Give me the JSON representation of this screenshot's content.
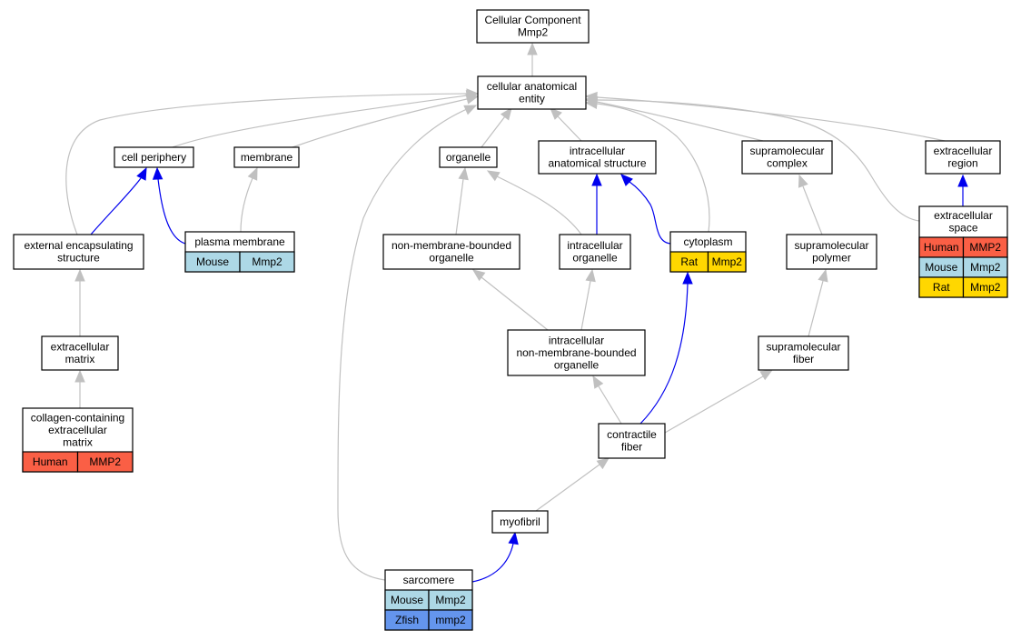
{
  "colors": {
    "gray_edge": "#c0c0c0",
    "blue_edge": "#0000ee",
    "human": "#fa5f45",
    "mouse": "#add8e6",
    "rat": "#ffd700",
    "zfish": "#6495ed"
  },
  "nodes": {
    "root": {
      "lines": [
        "Cellular Component",
        "Mmp2"
      ]
    },
    "cae": {
      "lines": [
        "cellular anatomical",
        "entity"
      ]
    },
    "cellper": {
      "lines": [
        "cell periphery"
      ]
    },
    "membrane": {
      "lines": [
        "membrane"
      ]
    },
    "organelle": {
      "lines": [
        "organelle"
      ]
    },
    "ias": {
      "lines": [
        "intracellular",
        "anatomical structure"
      ]
    },
    "supcomplex": {
      "lines": [
        "supramolecular",
        "complex"
      ]
    },
    "extreg": {
      "lines": [
        "extracellular",
        "region"
      ]
    },
    "ees": {
      "lines": [
        "external encapsulating",
        "structure"
      ]
    },
    "plasmamem": {
      "lines": [
        "plasma membrane"
      ],
      "table": [
        [
          "Mouse",
          "Mmp2"
        ]
      ]
    },
    "nmbo": {
      "lines": [
        "non-membrane-bounded",
        "organelle"
      ]
    },
    "intorg": {
      "lines": [
        "intracellular",
        "organelle"
      ]
    },
    "cytoplasm": {
      "lines": [
        "cytoplasm"
      ],
      "table": [
        [
          "Rat",
          "Mmp2"
        ]
      ]
    },
    "suppoly": {
      "lines": [
        "supramolecular",
        "polymer"
      ]
    },
    "extspace": {
      "lines": [
        "extracellular",
        "space"
      ],
      "table": [
        [
          "Human",
          "MMP2"
        ],
        [
          "Mouse",
          "Mmp2"
        ],
        [
          "Rat",
          "Mmp2"
        ]
      ]
    },
    "ecm": {
      "lines": [
        "extracellular",
        "matrix"
      ]
    },
    "inmbo": {
      "lines": [
        "intracellular",
        "non-membrane-bounded",
        "organelle"
      ]
    },
    "supfiber": {
      "lines": [
        "supramolecular",
        "fiber"
      ]
    },
    "collagen": {
      "lines": [
        "collagen-containing",
        "extracellular",
        "matrix"
      ],
      "table": [
        [
          "Human",
          "MMP2"
        ]
      ]
    },
    "contractile": {
      "lines": [
        "contractile",
        "fiber"
      ]
    },
    "myofibril": {
      "lines": [
        "myofibril"
      ]
    },
    "sarcomere": {
      "lines": [
        "sarcomere"
      ],
      "table": [
        [
          "Mouse",
          "Mmp2"
        ],
        [
          "Zfish",
          "mmp2"
        ]
      ]
    }
  },
  "edges": [
    {
      "from": "cae",
      "to": "root",
      "kind": "gray"
    },
    {
      "from": "cellper",
      "to": "cae",
      "kind": "gray"
    },
    {
      "from": "membrane",
      "to": "cae",
      "kind": "gray"
    },
    {
      "from": "organelle",
      "to": "cae",
      "kind": "gray"
    },
    {
      "from": "ias",
      "to": "cae",
      "kind": "gray"
    },
    {
      "from": "supcomplex",
      "to": "cae",
      "kind": "gray"
    },
    {
      "from": "extreg",
      "to": "cae",
      "kind": "gray"
    },
    {
      "from": "ees",
      "to": "cae",
      "kind": "gray"
    },
    {
      "from": "ees",
      "to": "cellper",
      "kind": "blue"
    },
    {
      "from": "plasmamem",
      "to": "cellper",
      "kind": "blue"
    },
    {
      "from": "plasmamem",
      "to": "membrane",
      "kind": "gray"
    },
    {
      "from": "nmbo",
      "to": "organelle",
      "kind": "gray"
    },
    {
      "from": "intorg",
      "to": "organelle",
      "kind": "gray"
    },
    {
      "from": "intorg",
      "to": "ias",
      "kind": "blue"
    },
    {
      "from": "cytoplasm",
      "to": "ias",
      "kind": "blue"
    },
    {
      "from": "cytoplasm",
      "to": "cae",
      "kind": "gray"
    },
    {
      "from": "suppoly",
      "to": "supcomplex",
      "kind": "gray"
    },
    {
      "from": "extspace",
      "to": "extreg",
      "kind": "blue"
    },
    {
      "from": "extspace",
      "to": "cae",
      "kind": "gray"
    },
    {
      "from": "ecm",
      "to": "ees",
      "kind": "gray"
    },
    {
      "from": "inmbo",
      "to": "nmbo",
      "kind": "gray"
    },
    {
      "from": "inmbo",
      "to": "intorg",
      "kind": "gray"
    },
    {
      "from": "supfiber",
      "to": "suppoly",
      "kind": "gray"
    },
    {
      "from": "collagen",
      "to": "ecm",
      "kind": "gray"
    },
    {
      "from": "contractile",
      "to": "inmbo",
      "kind": "gray"
    },
    {
      "from": "contractile",
      "to": "supfiber",
      "kind": "gray"
    },
    {
      "from": "contractile",
      "to": "cytoplasm",
      "kind": "blue"
    },
    {
      "from": "myofibril",
      "to": "contractile",
      "kind": "gray"
    },
    {
      "from": "sarcomere",
      "to": "myofibril",
      "kind": "blue"
    },
    {
      "from": "sarcomere",
      "to": "cae",
      "kind": "gray"
    }
  ]
}
